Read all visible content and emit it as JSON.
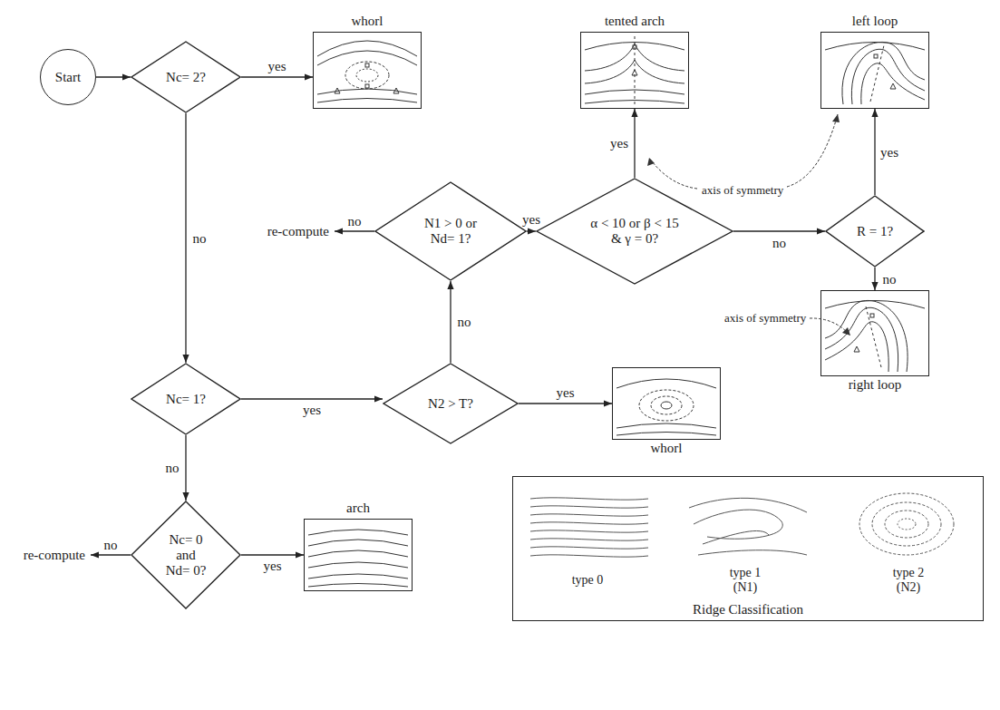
{
  "diagram": {
    "nodes": [
      {
        "text": [
          "Start"
        ]
      },
      {
        "text": [
          "Nc= 2?"
        ]
      },
      {
        "text": [
          "whorl"
        ]
      },
      {
        "text": [
          "tented arch"
        ]
      },
      {
        "text": [
          "left loop"
        ]
      },
      {
        "text": [
          "N1 > 0 or Nd= 1?"
        ]
      },
      {
        "text": [
          "α < 10 or β < 15 & γ = 0?"
        ]
      },
      {
        "text": [
          "R = 1?"
        ]
      },
      {
        "text": [
          "right loop"
        ]
      },
      {
        "text": [
          "Nc= 1?"
        ]
      },
      {
        "text": [
          "N2 > T?"
        ]
      },
      {
        "text": [
          "whorl"
        ]
      },
      {
        "text": [
          "Nc= 0 and Nd= 0?"
        ]
      },
      {
        "text": [
          "arch"
        ]
      },
      {
        "text": [
          "Ridge Classification"
        ]
      }
    ],
    "edges": [
      {
        "from": 0,
        "to": 1,
        "arrow": "to"
      },
      {
        "from": 1,
        "to": 2,
        "label": "yes",
        "arrow": "to"
      },
      {
        "from": 1,
        "to": 9,
        "label": "no",
        "arrow": "to"
      },
      {
        "from": 9,
        "to": 10,
        "label": "yes",
        "arrow": "to"
      },
      {
        "from": 9,
        "to": 12,
        "label": "no",
        "arrow": "to"
      },
      {
        "from": 10,
        "to": 11,
        "label": "yes",
        "arrow": "to"
      },
      {
        "from": 10,
        "to": 5,
        "label": "no",
        "arrow": "to"
      },
      {
        "from": 5,
        "to": 6,
        "label": "yes",
        "arrow": "to"
      },
      {
        "from": 6,
        "to": 3,
        "label": "yes",
        "arrow": "to"
      },
      {
        "from": 6,
        "to": 7,
        "label": "no",
        "arrow": "to"
      },
      {
        "from": 7,
        "to": 4,
        "label": "yes",
        "arrow": "to"
      },
      {
        "from": 7,
        "to": 8,
        "label": "no",
        "arrow": "to"
      },
      {
        "from": 12,
        "to": 13,
        "label": "yes",
        "arrow": "to"
      }
    ],
    "labels": [
      "no",
      "re-compute",
      "no",
      "re-compute",
      "axis of symmetry",
      "axis of symmetry",
      "type 0",
      "type 1 (N1)",
      "type 2 (N2)"
    ]
  }
}
